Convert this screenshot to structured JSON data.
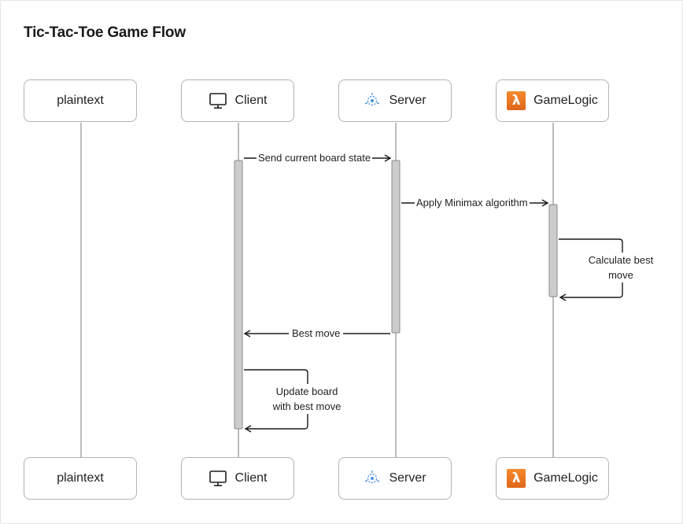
{
  "diagram": {
    "title": "Tic-Tac-Toe Game Flow",
    "participants": [
      {
        "name": "plaintext",
        "icon": ""
      },
      {
        "name": "Client",
        "icon": "monitor-icon"
      },
      {
        "name": "Server",
        "icon": "server-icon"
      },
      {
        "name": "GameLogic",
        "icon": "lambda-icon"
      }
    ],
    "messages": [
      {
        "from": "Client",
        "to": "Server",
        "label": "Send current board state"
      },
      {
        "from": "Server",
        "to": "GameLogic",
        "label": "Apply Minimax algorithm"
      },
      {
        "from": "GameLogic",
        "to": "GameLogic",
        "label_line1": "Calculate best",
        "label_line2": "move"
      },
      {
        "from": "Server",
        "to": "Client",
        "label": "Best move"
      },
      {
        "from": "Client",
        "to": "Client",
        "label_line1": "Update board",
        "label_line2": "with best move"
      }
    ],
    "colors": {
      "line": "#a6a6a6",
      "box_border": "#b3b3b3",
      "activation_fill": "#cccccc",
      "activation_border": "#8a8a8a",
      "arrow": "#1a1a1a",
      "server_icon": "#4a90e2",
      "lambda_icon": "#e8711f"
    }
  }
}
